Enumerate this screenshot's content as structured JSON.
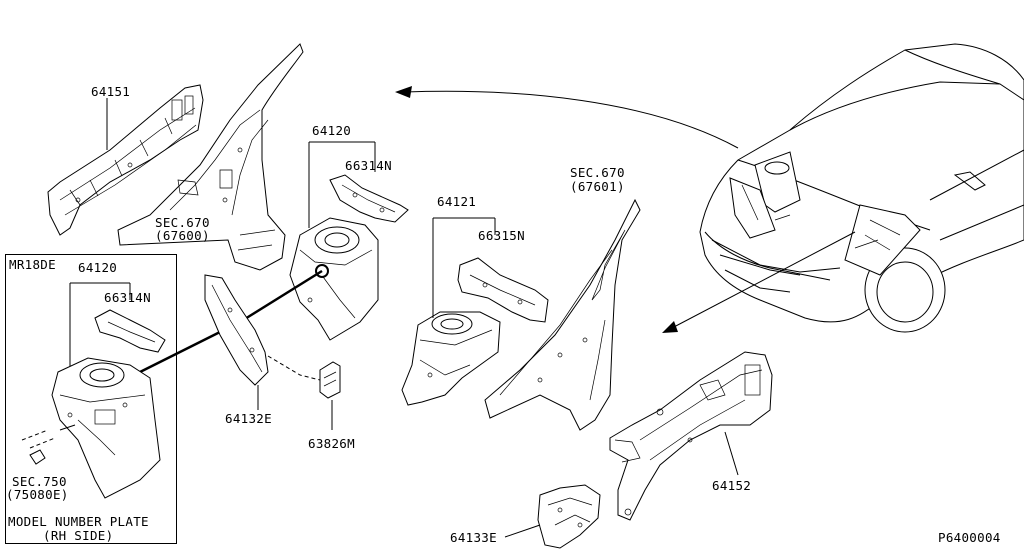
{
  "labels": {
    "p64151": "64151",
    "p64120": "64120",
    "p66314n": "66314N",
    "sec670_left": "SEC.670",
    "sec670_left_code": "(67600)",
    "p64121": "64121",
    "p66315n": "66315N",
    "sec670_right": "SEC.670",
    "sec670_right_code": "(67601)",
    "p64132e": "64132E",
    "p63826m": "63826M",
    "p64152": "64152",
    "p64133e": "64133E",
    "diagram_code": "P6400004"
  },
  "inset": {
    "engine": "MR18DE",
    "p64120": "64120",
    "p66314n": "66314N",
    "sec750": "SEC.750",
    "sec750_code": "(75080E)",
    "plate_line1": "MODEL NUMBER PLATE",
    "plate_line2": "(RH SIDE)"
  }
}
